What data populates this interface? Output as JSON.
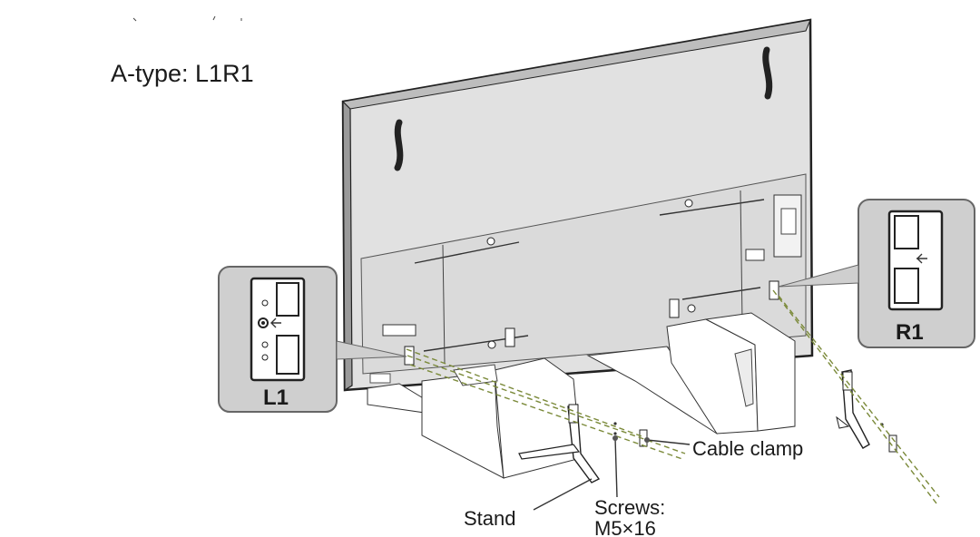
{
  "heading": {
    "text": "A-type: L1R1"
  },
  "insets": {
    "left_label": "L1",
    "right_label": "R1"
  },
  "callouts": {
    "cable_clamp": "Cable clamp",
    "stand": "Stand",
    "screws_line1": "Screws:",
    "screws_line2": "M5×16"
  }
}
